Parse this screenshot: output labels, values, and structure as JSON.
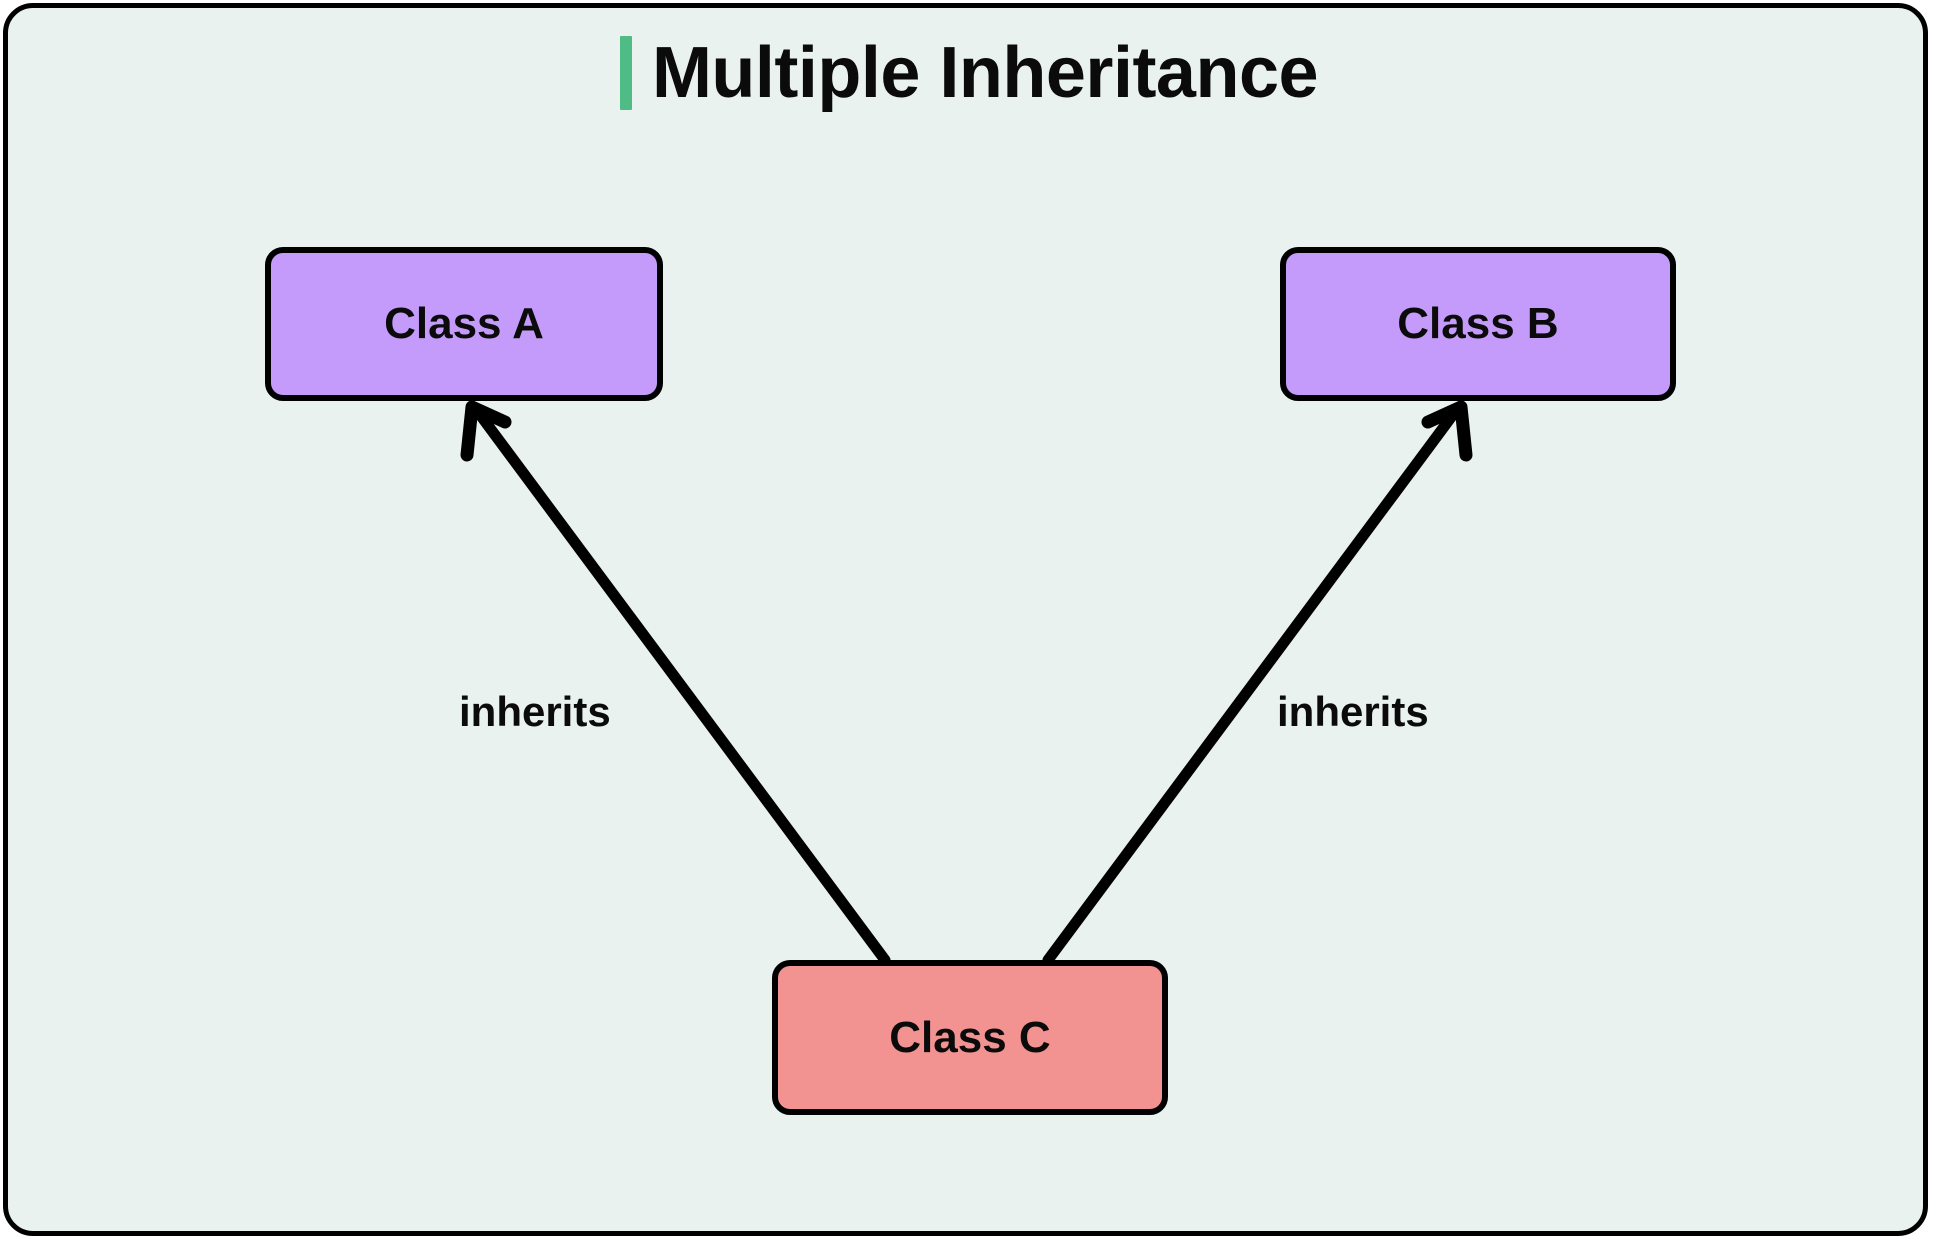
{
  "diagram": {
    "title": "Multiple Inheritance",
    "accent_color": "#4fbb85",
    "background_color": "#e9f2ee",
    "border_color": "#000000",
    "type": "class-inheritance-diagram",
    "nodes": [
      {
        "id": "class-a",
        "label": "Class A",
        "color": "#c49bfa",
        "role": "base-class"
      },
      {
        "id": "class-b",
        "label": "Class B",
        "color": "#c49bfa",
        "role": "base-class"
      },
      {
        "id": "class-c",
        "label": "Class C",
        "color": "#f29391",
        "role": "derived-class"
      }
    ],
    "edges": [
      {
        "id": "edge-c-a",
        "from": "class-c",
        "to": "class-a",
        "label": "inherits",
        "arrow": "open"
      },
      {
        "id": "edge-c-b",
        "from": "class-c",
        "to": "class-b",
        "label": "inherits",
        "arrow": "open"
      }
    ]
  }
}
